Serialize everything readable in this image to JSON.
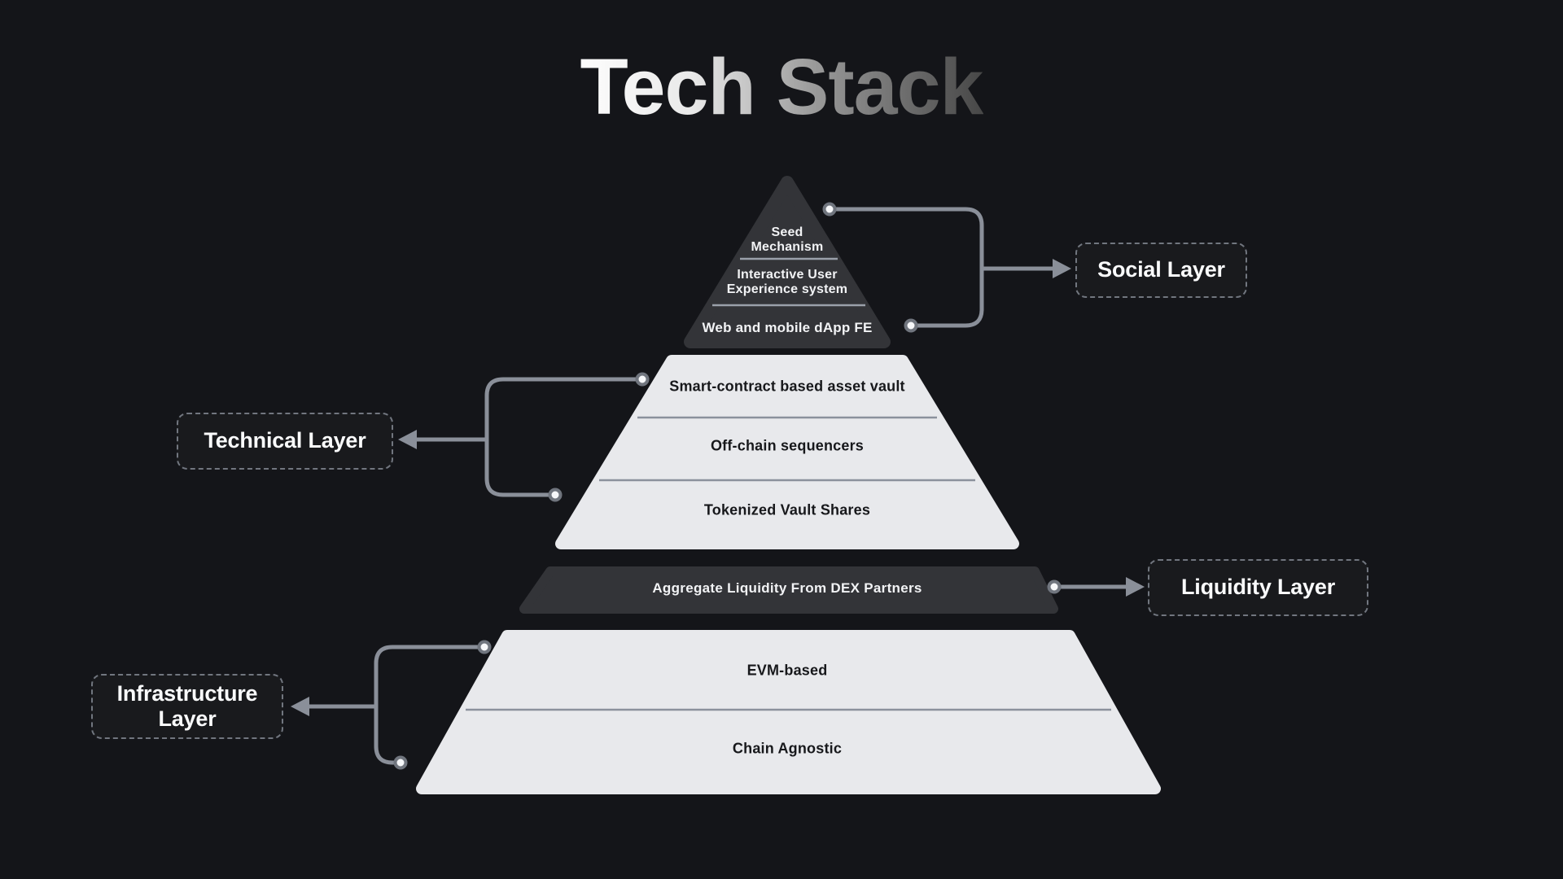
{
  "title": "Tech Stack",
  "pyramid": {
    "social": {
      "items": [
        "Seed\nMechanism",
        "Interactive User\nExperience system",
        "Web and mobile dApp FE"
      ]
    },
    "technical": {
      "items": [
        "Smart-contract based asset vault",
        "Off-chain sequencers",
        "Tokenized Vault Shares"
      ]
    },
    "liquidity": {
      "items": [
        "Aggregate Liquidity From DEX Partners"
      ]
    },
    "infrastructure": {
      "items": [
        "EVM-based",
        "Chain Agnostic"
      ]
    }
  },
  "callouts": {
    "social": "Social Layer",
    "technical": "Technical Layer",
    "liquidity": "Liquidity Layer",
    "infrastructure": "Infrastructure Layer"
  },
  "colors": {
    "background": "#141519",
    "dark_shape": "#333438",
    "light_shape": "#e8e9ec",
    "connector": "#8a8f99",
    "divider_on_light": "#8b919c",
    "divider_on_dark": "#9aa0aa",
    "dot_fill": "#f6f7f9",
    "dot_ring": "#70757e",
    "callout_border": "#71767f",
    "text_on_dark": "#f2f3f5",
    "text_on_light": "#17181b",
    "title_gradient_start": "#fdfdfd",
    "title_gradient_end": "#474747"
  }
}
